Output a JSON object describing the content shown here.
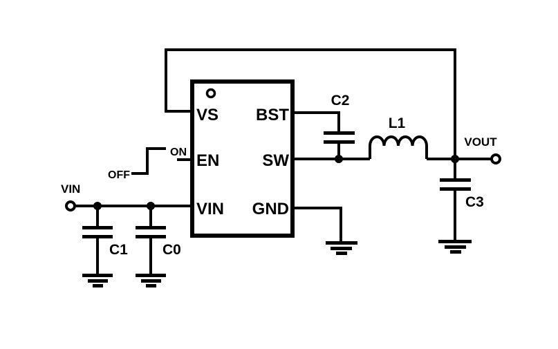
{
  "schematic": {
    "ic": {
      "pin_vs": "VS",
      "pin_en": "EN",
      "pin_vin": "VIN",
      "pin_bst": "BST",
      "pin_sw": "SW",
      "pin_gnd": "GND"
    },
    "terminals": {
      "input": "VIN",
      "output": "VOUT"
    },
    "enable_waveform": {
      "on": "ON",
      "off": "OFF"
    },
    "components": {
      "c0": "C0",
      "c1": "C1",
      "c2": "C2",
      "c3": "C3",
      "l1": "L1"
    }
  },
  "colors": {
    "line": "#000000",
    "background": "#ffffff"
  }
}
